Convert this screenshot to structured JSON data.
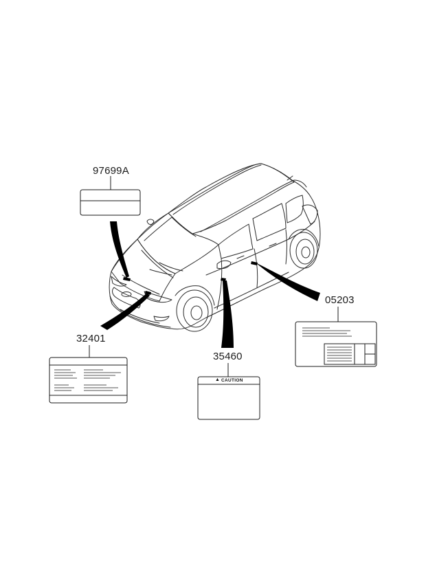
{
  "parts": [
    {
      "number": "97699A",
      "label_type": "blank-label"
    },
    {
      "number": "32401",
      "label_type": "text-label"
    },
    {
      "number": "35460",
      "label_type": "caution-label"
    },
    {
      "number": "05203",
      "label_type": "table-label"
    }
  ],
  "caution_label": {
    "warning_glyph": "▲",
    "text": "CAUTION"
  },
  "colors": {
    "line": "#1a1a1a",
    "car_outline": "#2a2a2a",
    "fill": "#ffffff",
    "leader": "#000000"
  }
}
